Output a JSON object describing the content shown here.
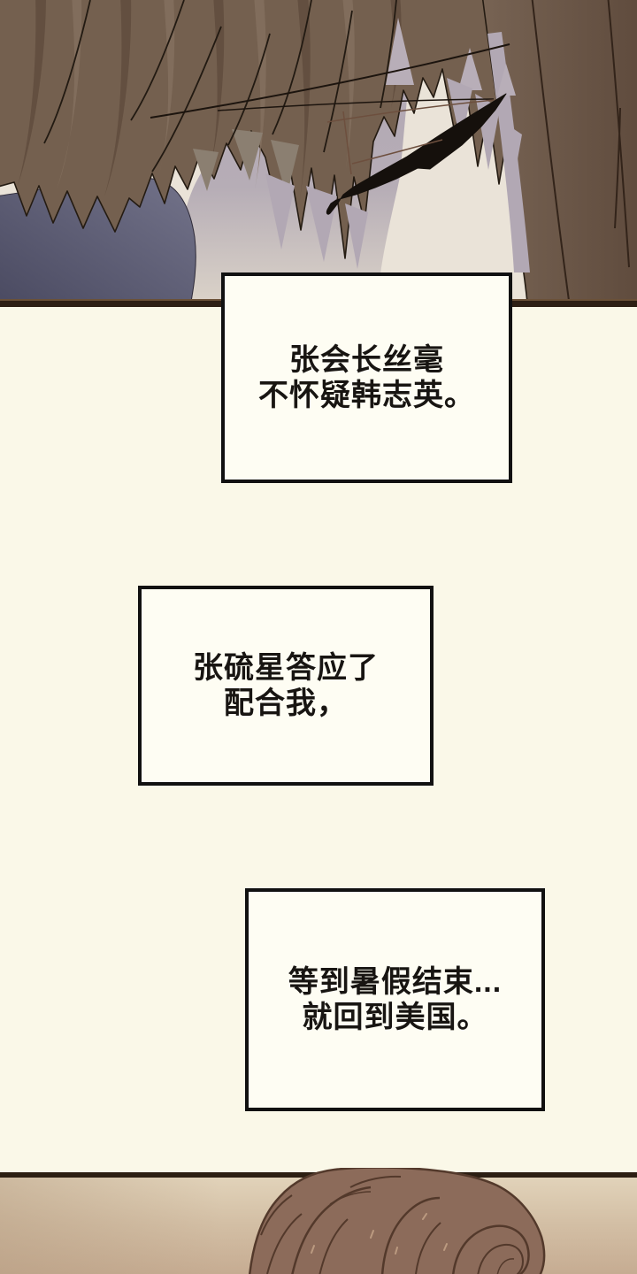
{
  "page": {
    "type": "webtoon-comic-page",
    "language": "zh"
  },
  "dialogue": {
    "box1": {
      "lines": [
        "张会长丝毫",
        "不怀疑韩志英。"
      ]
    },
    "box2": {
      "lines": [
        "张硫星答应了",
        "配合我，"
      ]
    },
    "box3": {
      "lines": [
        "等到暑假结束...",
        "就回到美国。"
      ]
    }
  },
  "colors": {
    "page_background": "#faf8e8",
    "box_fill": "#fefdf3",
    "box_border": "#111111",
    "text": "#181512",
    "panel_divider": "#2e2014",
    "skin": "#eae3d8",
    "shadow_lavender": "#b2a8b4",
    "hair_brown": "#74604f",
    "hair_side_band": "#6a5547",
    "clothing_blue_grey": "#585870",
    "eye_black": "#15100c",
    "bottom_background_tan": "#d3bfa5",
    "bottom_hair_brown": "#8c6b5a"
  }
}
